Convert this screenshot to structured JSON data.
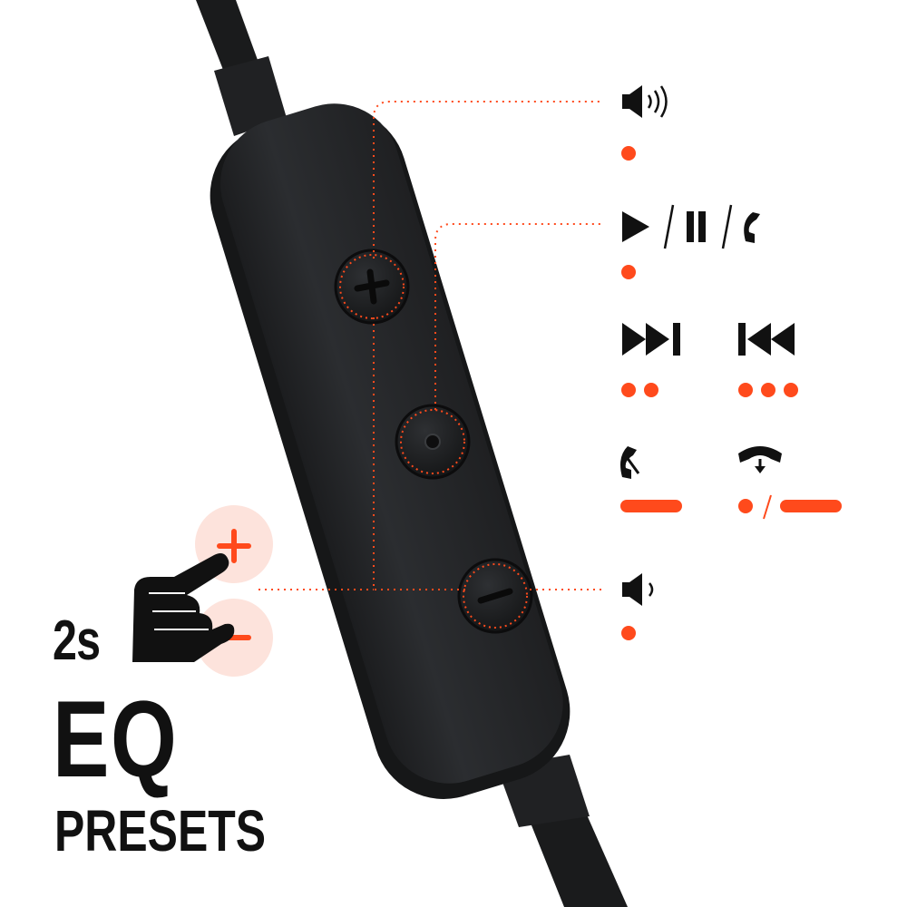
{
  "accent_color": "#ff4a1c",
  "remote_color": "#252729",
  "hold_label": "2s",
  "eq_label": "EQ",
  "presets_label": "PRESETS",
  "legend": [
    {
      "icon": "volume-up-icon",
      "action": "single-press"
    },
    {
      "icon": "play-pause-answer-icon",
      "action": "single-press"
    },
    {
      "icon": "next-track-icon",
      "action": "double-press"
    },
    {
      "icon": "previous-track-icon",
      "action": "triple-press"
    },
    {
      "icon": "reject-call-icon",
      "action": "long-press"
    },
    {
      "icon": "end-call-icon",
      "action": "single-press-or-long-press"
    },
    {
      "icon": "volume-down-icon",
      "action": "single-press"
    }
  ],
  "gesture": {
    "icon": "pointing-hand-icon",
    "targets": [
      "plus-icon",
      "minus-icon"
    ]
  }
}
